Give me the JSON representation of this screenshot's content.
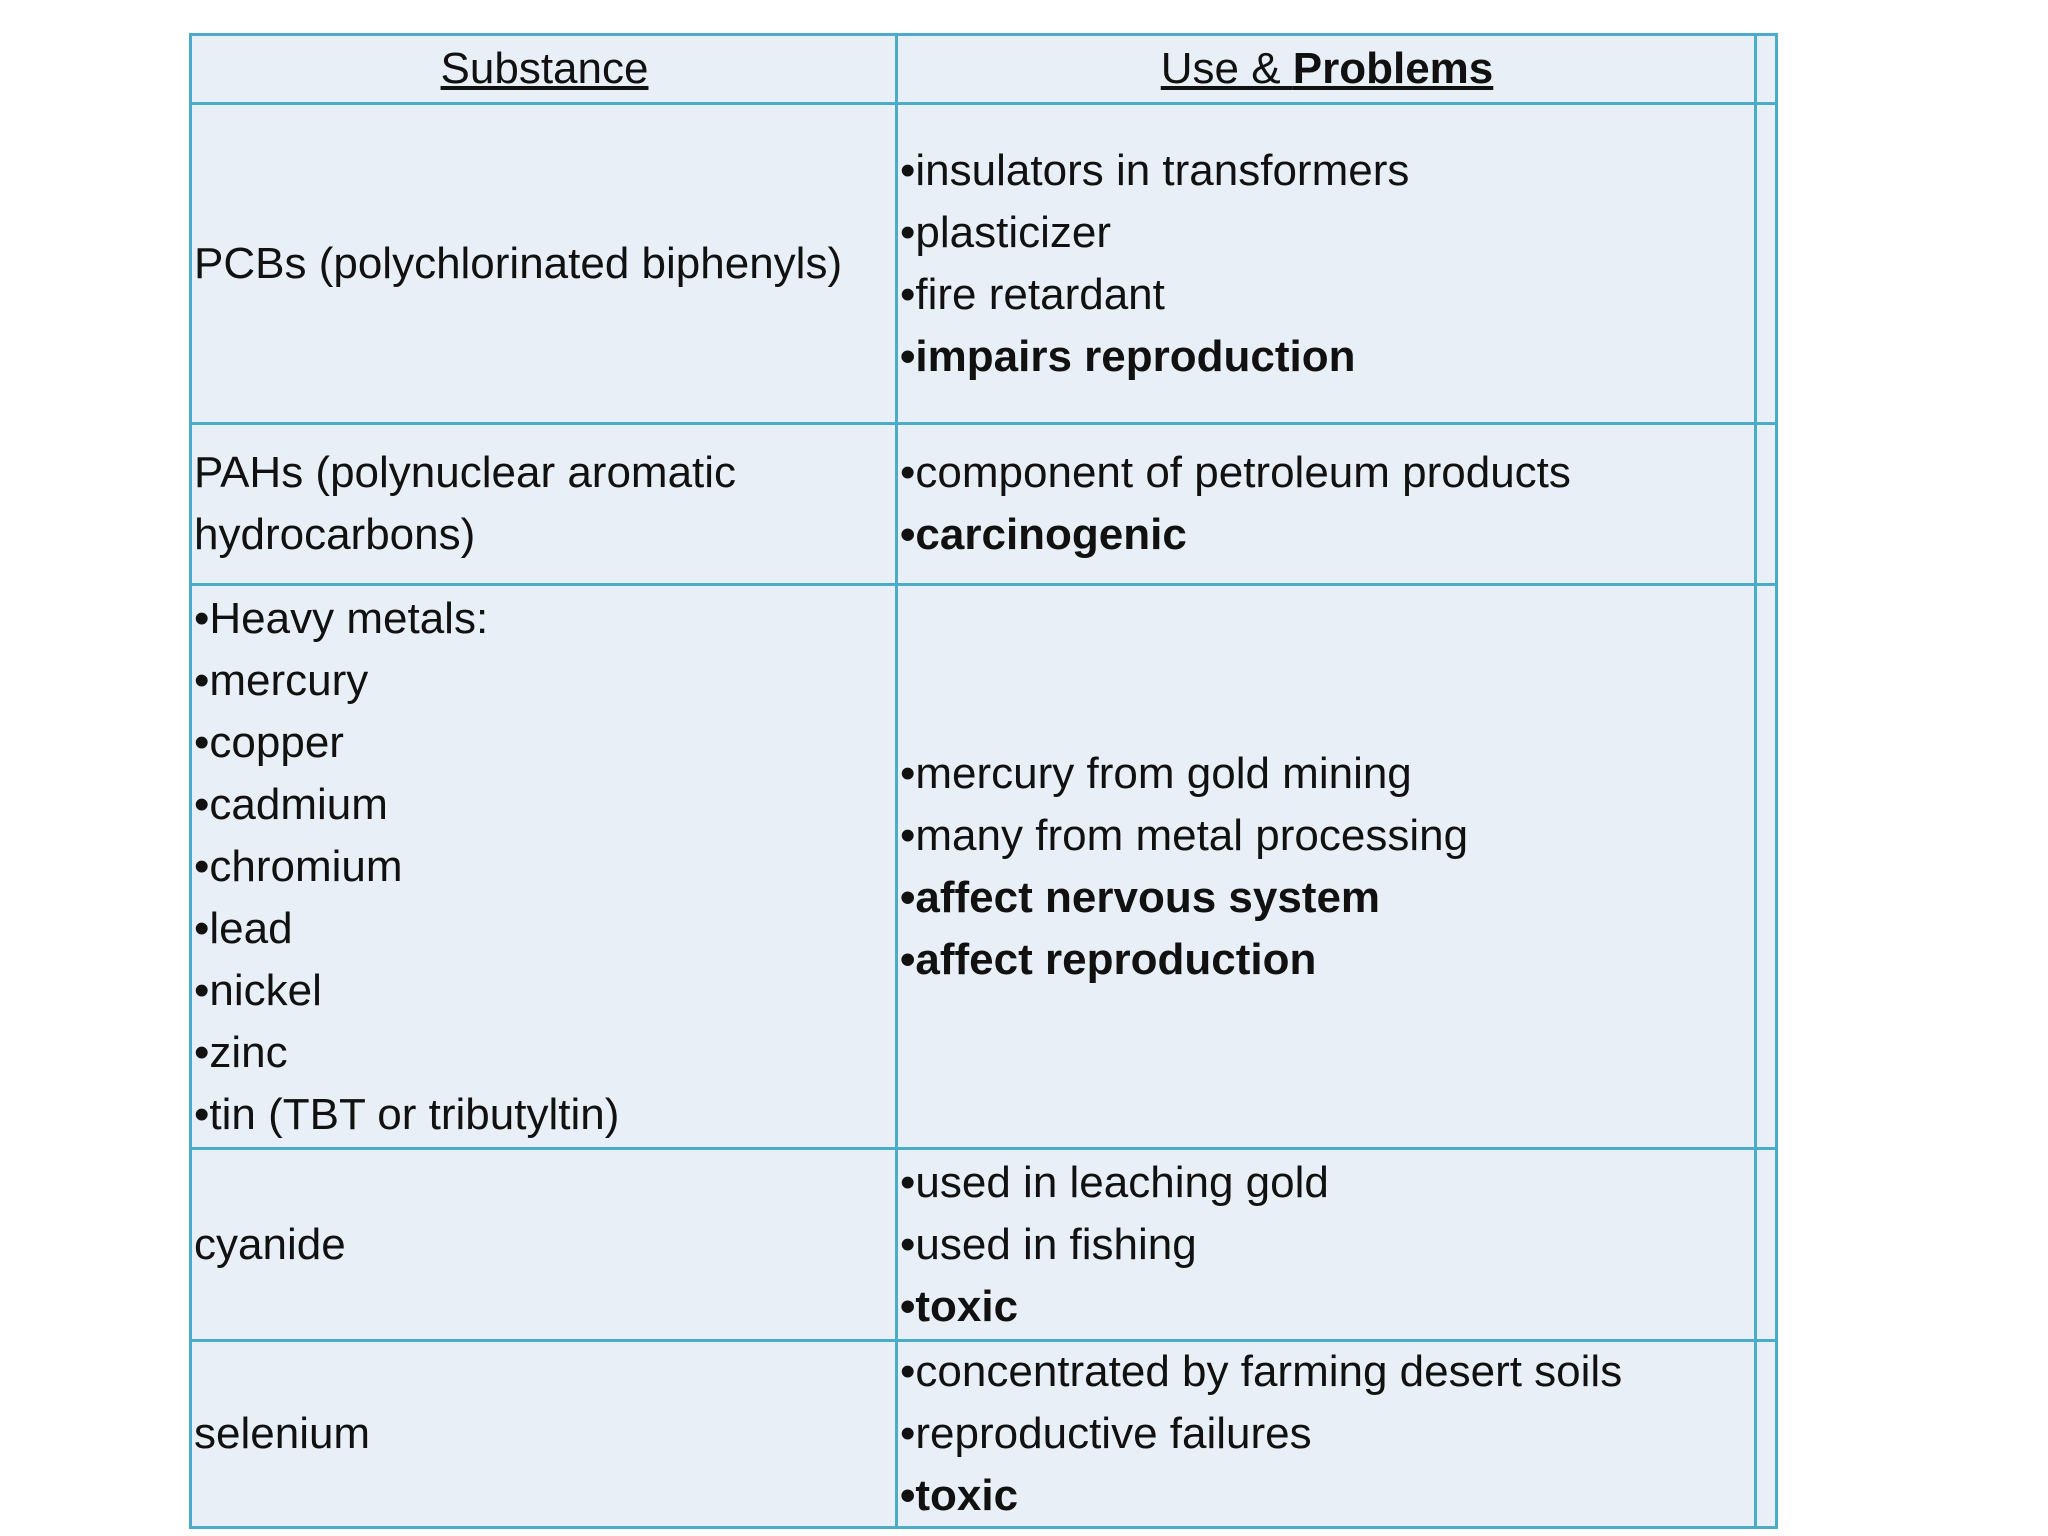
{
  "header": {
    "substance": "Substance",
    "use_prefix": "Use & ",
    "use_bold": "Problems"
  },
  "rows": [
    {
      "substance": [
        "PCBs (polychlorinated biphenyls)"
      ],
      "uses": [
        {
          "text": "•insulators in transformers",
          "bold": false
        },
        {
          "text": "•plasticizer",
          "bold": false
        },
        {
          "text": "•fire retardant",
          "bold": false
        },
        {
          "text": "•impairs reproduction",
          "bold": true
        }
      ]
    },
    {
      "substance": [
        "PAHs (polynuclear aromatic",
        "hydrocarbons)"
      ],
      "uses": [
        {
          "text": "•component of petroleum products",
          "bold": false
        },
        {
          "text": "•carcinogenic",
          "bold": true
        }
      ]
    },
    {
      "substance": [
        "•Heavy metals:",
        "•mercury",
        "•copper",
        "•cadmium",
        "•chromium",
        "•lead",
        "•nickel",
        "•zinc",
        "•tin (TBT or tributyltin)"
      ],
      "uses": [
        {
          "text": "•mercury from gold mining",
          "bold": false
        },
        {
          "text": "•many from metal processing",
          "bold": false
        },
        {
          "text": "•affect nervous system",
          "bold": true
        },
        {
          "text": "•affect reproduction",
          "bold": true
        }
      ]
    },
    {
      "substance": [
        "cyanide"
      ],
      "uses": [
        {
          "text": "•used in leaching gold",
          "bold": false
        },
        {
          "text": "•used in fishing",
          "bold": false
        },
        {
          "text": "•toxic",
          "bold": true
        }
      ]
    },
    {
      "substance": [
        "selenium"
      ],
      "uses": [
        {
          "text": "•concentrated by farming desert soils",
          "bold": false
        },
        {
          "text": "•reproductive failures",
          "bold": false
        },
        {
          "text": "•toxic",
          "bold": true
        }
      ]
    }
  ]
}
